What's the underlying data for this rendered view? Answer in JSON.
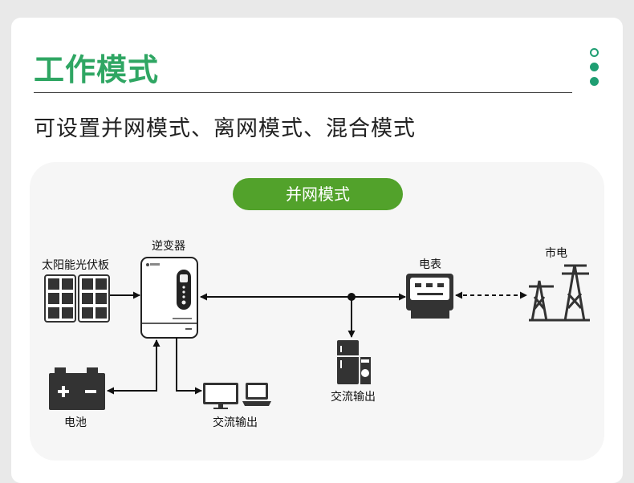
{
  "header": {
    "title": "工作模式"
  },
  "subtitle": "可设置并网模式、离网模式、混合模式",
  "diagram": {
    "mode_label": "并网模式",
    "labels": {
      "solar_panel": "太阳能光伏板",
      "inverter": "逆变器",
      "meter": "电表",
      "grid": "市电",
      "battery": "电池",
      "ac_output_left": "交流输出",
      "ac_output_right": "交流输出"
    }
  },
  "colors": {
    "accent_green": "#52a22b",
    "title_green": "#2fa663",
    "dot_teal": "#1f9e72",
    "icon_dark": "#333333"
  }
}
